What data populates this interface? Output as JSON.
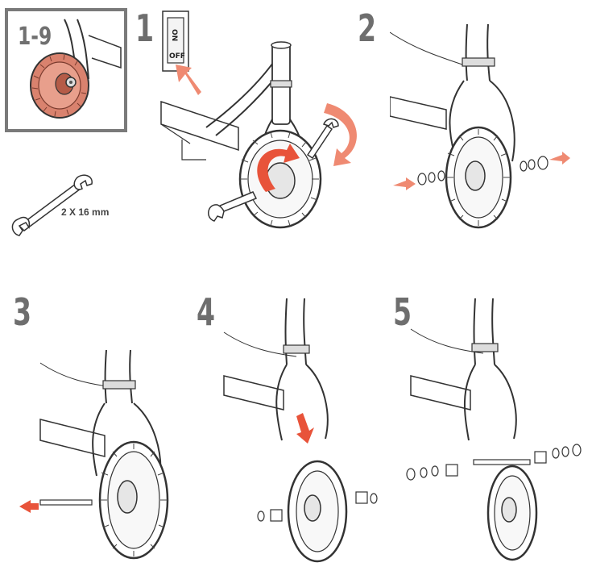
{
  "badge": {
    "label": "1-9"
  },
  "tool": {
    "label": "2 X 16 mm"
  },
  "steps": [
    {
      "number": "1"
    },
    {
      "number": "2"
    },
    {
      "number": "3"
    },
    {
      "number": "4"
    },
    {
      "number": "5"
    }
  ],
  "switch": {
    "on_label": "ON",
    "off_label": "OFF"
  },
  "colors": {
    "accent": "#e8533a",
    "accent_light": "#f3a08c",
    "line": "#333333",
    "step_gray": "#6e6e6e"
  }
}
